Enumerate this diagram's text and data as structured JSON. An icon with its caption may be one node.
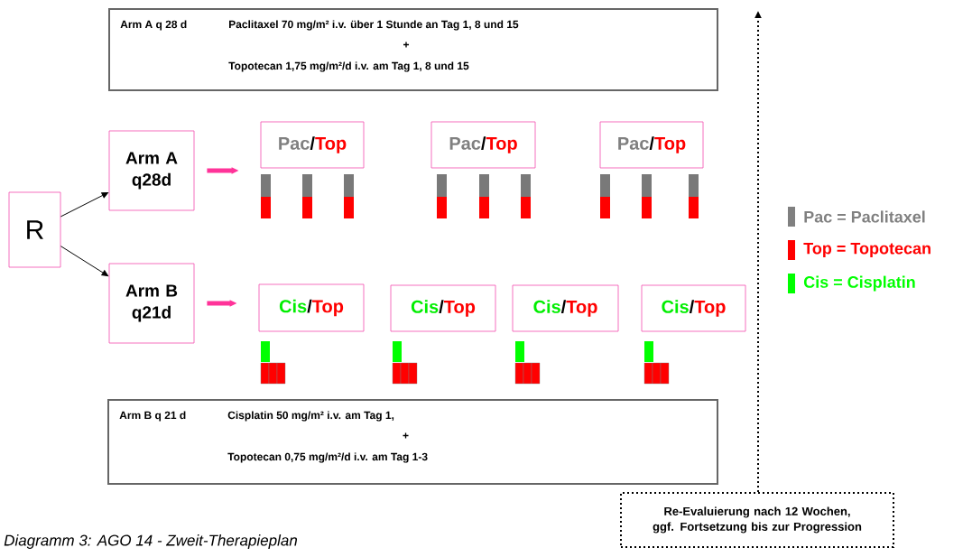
{
  "diagram": {
    "caption": "Diagramm 3: AGO 14 - Zweit-Therapieplan",
    "nodes": [
      {
        "text": [
          "Arm A q 28 d",
          "Paclitaxel 70 mg/m² i.v. über 1 Stunde an Tag 1, 8 und 15",
          "+",
          "Topotecan 1,75 mg/m²/d i.v. am Tag 1, 8 und 15"
        ]
      },
      {
        "text": [
          "R"
        ]
      },
      {
        "text": [
          "Arm A q28d"
        ]
      },
      {
        "text": [
          "Arm B q21d"
        ]
      },
      {
        "text": [
          "Pac",
          "/",
          "Top"
        ]
      },
      {
        "text": [
          "Pac",
          "/",
          "Top"
        ]
      },
      {
        "text": [
          "Pac",
          "/",
          "Top"
        ]
      },
      {
        "text": [
          "Cis",
          "/",
          "Top"
        ]
      },
      {
        "text": [
          "Cis",
          "/",
          "Top"
        ]
      },
      {
        "text": [
          "Cis",
          "/",
          "Top"
        ]
      },
      {
        "text": [
          "Cis",
          "/",
          "Top"
        ]
      },
      {
        "text": [
          "Arm B q 21 d",
          "Cisplatin 50 mg/m² i.v. am Tag 1,",
          "+",
          "Topotecan 0,75 mg/m²/d i.v. am Tag 1-3"
        ]
      },
      {
        "text": [
          "Re-Evaluierung nach 12 Wochen, ggf. Fortsetzung bis zur Progression"
        ]
      }
    ],
    "edges": [
      {
        "from": 1,
        "to": 2,
        "arrow": "to"
      },
      {
        "from": 1,
        "to": 3,
        "arrow": "to"
      },
      {
        "from": 2,
        "to": 4,
        "arrow": "to",
        "style": "thick",
        "color": "#ff3399"
      },
      {
        "from": 3,
        "to": 7,
        "arrow": "to",
        "style": "thick",
        "color": "#ff3399"
      },
      {
        "from": 12,
        "to": null,
        "arrow": "to",
        "style": "dashed"
      }
    ],
    "legend": [
      {
        "text": "Pac = Paclitaxel",
        "color": "#808080"
      },
      {
        "text": "Top = Topotecan",
        "color": "#ff0000"
      },
      {
        "text": "Cis =  Cisplatin",
        "color": "#00ff00"
      }
    ]
  }
}
